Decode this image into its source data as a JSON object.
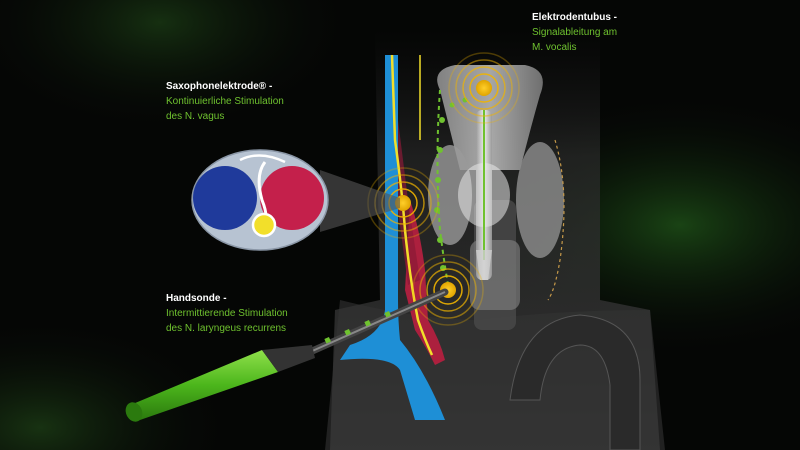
{
  "labels": {
    "tube": {
      "title": "Elektrodentubus -",
      "line1": "Signalableitung am",
      "line2": "M. vocalis"
    },
    "saxophone": {
      "title": "Saxophonelektrode® -",
      "line1": "Kontinuierliche Stimulation",
      "line2": "des N. vagus"
    },
    "probe": {
      "title": "Handsonde -",
      "line1": "Intermittierende Stimulation",
      "line2": "des N. laryngeus recurrens"
    }
  },
  "colors": {
    "background": "#050605",
    "accent_green": "#6fc22f",
    "vein_blue": "#1e8fd6",
    "artery_red": "#b3203f",
    "nerve_yellow": "#f2df2a",
    "stimulation_amber": "#f0b400",
    "cross_section_fill": "#b7c3d2",
    "cross_section_blue": "#1f3a9b",
    "cross_section_red": "#c4204b"
  }
}
